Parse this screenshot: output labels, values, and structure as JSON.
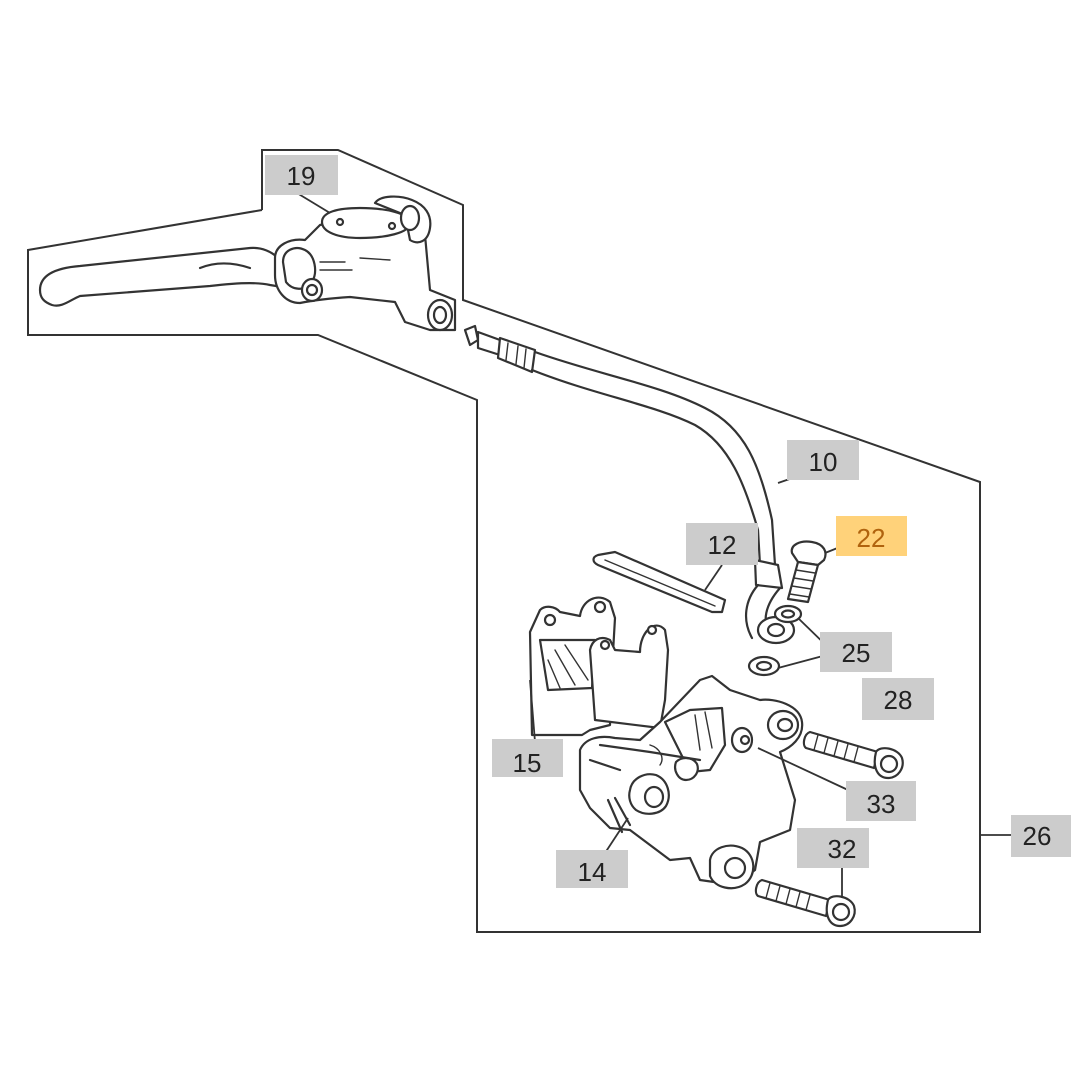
{
  "colors": {
    "callout": "#cccccc",
    "highlight": "#ffd27a",
    "highlight_text": "#b0630e",
    "ink": "#333333"
  },
  "callouts": [
    {
      "id": "19",
      "label": "19",
      "highlight": false
    },
    {
      "id": "10",
      "label": "10",
      "highlight": false
    },
    {
      "id": "12",
      "label": "12",
      "highlight": false
    },
    {
      "id": "22",
      "label": "22",
      "highlight": true
    },
    {
      "id": "25",
      "label": "25",
      "highlight": false
    },
    {
      "id": "28",
      "label": "28",
      "highlight": false
    },
    {
      "id": "15",
      "label": "15",
      "highlight": false
    },
    {
      "id": "33",
      "label": "33",
      "highlight": false
    },
    {
      "id": "26",
      "label": "26",
      "highlight": false
    },
    {
      "id": "32",
      "label": "32",
      "highlight": false
    },
    {
      "id": "14",
      "label": "14",
      "highlight": false
    }
  ]
}
